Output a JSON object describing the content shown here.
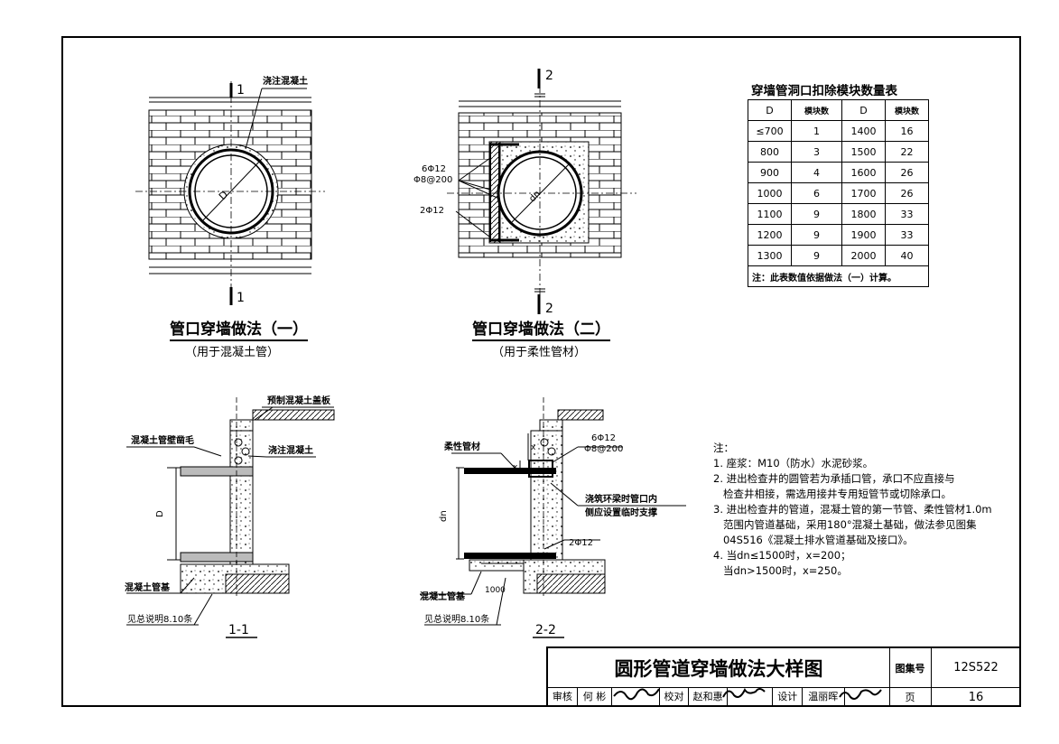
{
  "drawing": {
    "detail1": {
      "title": "管口穿墙做法（一）",
      "subtitle": "（用于混凝土管）",
      "section_mark": "1",
      "label_concrete": "浇注混凝土",
      "dim_label": "D"
    },
    "detail2": {
      "title": "管口穿墙做法（二）",
      "subtitle": "（用于柔性管材）",
      "section_mark": "2",
      "rebar1": "6Φ12",
      "rebar2": "Φ8@200",
      "rebar3": "2Φ12",
      "dim_label": "dn"
    },
    "section1": {
      "title": "1-1",
      "label_slab": "预制混凝土盖板",
      "label_wall": "混凝土管壁凿毛",
      "label_concrete": "浇注混凝土",
      "dim_label": "D",
      "label_base": "混凝土管基",
      "label_note": "见总说明8.10条"
    },
    "section2": {
      "title": "2-2",
      "label_pipe": "柔性管材",
      "rebar1": "6Φ12",
      "rebar2": "Φ8@200",
      "label_support1": "浇筑环梁时管口内",
      "label_support2": "侧应设置临时支撑",
      "dim_x": "x",
      "dim_label": "dn",
      "rebar3": "2Φ12",
      "label_base": "混凝土管基",
      "dim_1000": "1000",
      "label_note": "见总说明8.10条"
    }
  },
  "table": {
    "title": "穿墙管洞口扣除模块数量表",
    "headers": [
      "D",
      "模块数",
      "D",
      "模块数"
    ],
    "rows": [
      [
        "≤700",
        "1",
        "1400",
        "16"
      ],
      [
        "800",
        "3",
        "1500",
        "22"
      ],
      [
        "900",
        "4",
        "1600",
        "26"
      ],
      [
        "1000",
        "6",
        "1700",
        "26"
      ],
      [
        "1100",
        "9",
        "1800",
        "33"
      ],
      [
        "1200",
        "9",
        "1900",
        "33"
      ],
      [
        "1300",
        "9",
        "2000",
        "40"
      ]
    ],
    "note": "注：此表数值依据做法（一）计算。"
  },
  "notes": {
    "heading": "注：",
    "items": [
      "1. 座浆：M10（防水）水泥砂浆。",
      "2. 进出检查井的圆管若为承插口管，承口不应直接与",
      "   检查井相接，需选用接井专用短管节或切除承口。",
      "3. 进出检查井的管道，混凝土管的第一节管、柔性管材1.0m",
      "   范围内管道基础，采用180°混凝土基础，做法参见图集",
      "   04S516《混凝土排水管道基础及接口》。",
      "4. 当dn≤1500时，x=200；",
      "   当dn>1500时，x=250。"
    ]
  },
  "title_block": {
    "title": "圆形管道穿墙做法大样图",
    "atlas_label": "图集号",
    "atlas_no": "12S522",
    "page_label": "页",
    "page_no": "16",
    "review_label": "审核",
    "reviewer": "何 彬",
    "check_label": "校对",
    "checker": "赵和惠",
    "design_label": "设计",
    "designer": "温丽晖"
  }
}
